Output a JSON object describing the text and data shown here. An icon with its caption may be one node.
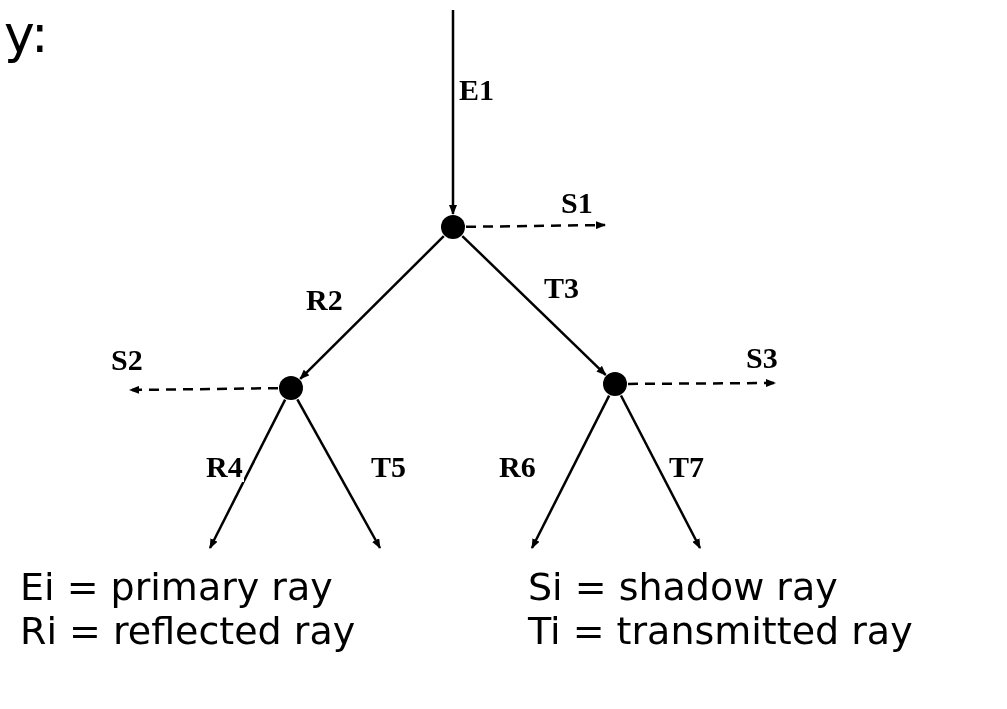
{
  "diagram": {
    "nodes": [
      {
        "text": [],
        "shape": "circle"
      },
      {
        "text": [],
        "shape": "circle"
      },
      {
        "text": [],
        "shape": "circle"
      }
    ],
    "edges": [
      {
        "from": null,
        "to": 0,
        "arrow": "to",
        "label": "E1"
      },
      {
        "from": 0,
        "to": null,
        "arrow": "to",
        "label": "S1",
        "style": "dashed"
      },
      {
        "from": 0,
        "to": 1,
        "arrow": "to",
        "label": "R2"
      },
      {
        "from": 0,
        "to": 2,
        "arrow": "to",
        "label": "T3"
      },
      {
        "from": 1,
        "to": null,
        "arrow": "to",
        "label": "S2",
        "style": "dashed"
      },
      {
        "from": 1,
        "to": null,
        "arrow": "to",
        "label": "R4"
      },
      {
        "from": 1,
        "to": null,
        "arrow": "to",
        "label": "T5"
      },
      {
        "from": 2,
        "to": null,
        "arrow": "to",
        "label": "S3",
        "style": "dashed"
      },
      {
        "from": 2,
        "to": null,
        "arrow": "to",
        "label": "R6"
      },
      {
        "from": 2,
        "to": null,
        "arrow": "to",
        "label": "T7"
      }
    ],
    "labels": [
      "y:",
      "Ei = primary ray",
      "Si = shadow ray",
      "Ri = reflected ray",
      "Ti = transmitted ray"
    ]
  }
}
